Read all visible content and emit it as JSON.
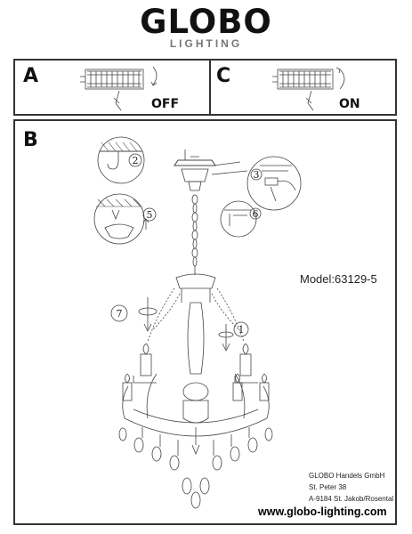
{
  "header": {
    "brand": "GLOBO",
    "brand_sub": "LIGHTING"
  },
  "panel_a": {
    "label": "A",
    "switch_state": "OFF"
  },
  "panel_c": {
    "label": "C",
    "switch_state": "ON"
  },
  "panel_b": {
    "label": "B"
  },
  "steps": [
    "1",
    "2",
    "3",
    "5",
    "6",
    "7"
  ],
  "model": "Model:63129-5",
  "company": {
    "name": "GLOBO Handels GmbH",
    "street": "St. Peter 38",
    "city": "A-9184 St. Jakob/Rosental",
    "website": "www.globo-lighting.com"
  }
}
